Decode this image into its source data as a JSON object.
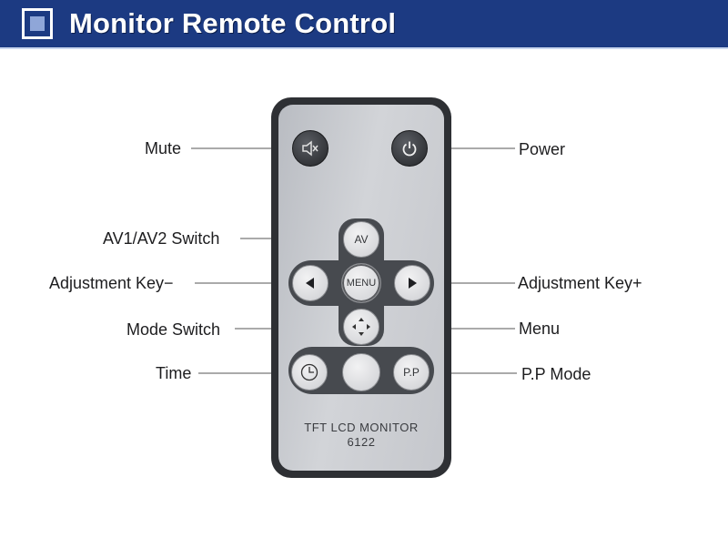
{
  "header": {
    "title": "Monitor Remote Control"
  },
  "remote": {
    "buttons": {
      "av": "AV",
      "menu": "MENU",
      "pp": "P.P"
    },
    "model_line1": "TFT LCD MONITOR",
    "model_line2": "6122"
  },
  "labels": {
    "mute": "Mute",
    "power": "Power",
    "av_switch": "AV1/AV2 Switch",
    "adjust_minus": "Adjustment Key−",
    "adjust_plus": "Adjustment Key+",
    "mode_switch": "Mode Switch",
    "menu": "Menu",
    "time": "Time",
    "pp_mode": "P.P Mode"
  },
  "icons": [
    "mute-icon",
    "power-icon",
    "left-arrow-icon",
    "right-arrow-icon",
    "four-way-arrow-icon",
    "clock-icon"
  ],
  "colors": {
    "header_bg": "#1c3a82",
    "remote_body": "#2e3034",
    "remote_face": "#c9cbd0"
  }
}
